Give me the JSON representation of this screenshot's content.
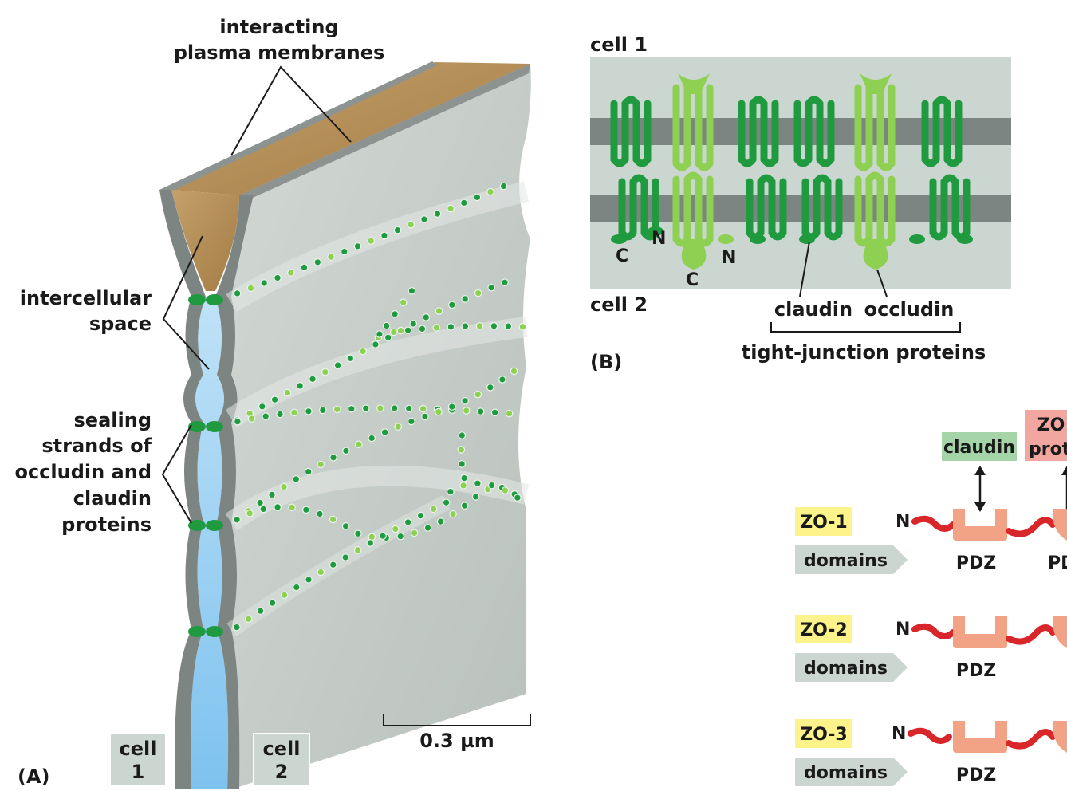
{
  "panel_a": {
    "top_label": {
      "line1": "interacting",
      "line2": "plasma membranes"
    },
    "intercellular": {
      "line1": "intercellular",
      "line2": "space"
    },
    "sealing": {
      "line1": "sealing",
      "line2": "strands of",
      "line3": "occludin and",
      "line4": "claudin",
      "line5": "proteins"
    },
    "cell1": {
      "line1": "cell",
      "line2": "1"
    },
    "cell2": {
      "line1": "cell",
      "line2": "2"
    },
    "scale": "0.3 µm",
    "panel_letter": "(A)"
  },
  "panel_b": {
    "cell1": "cell 1",
    "cell2": "cell 2",
    "terminal_c": "C",
    "terminal_n": "N",
    "claudin": "claudin",
    "occludin": "occludin",
    "group_label": "tight-junction proteins",
    "panel_letter": "(B)"
  },
  "panel_c": {
    "binding_claudin": "claudin",
    "binding_zo": "ZO",
    "binding_zo_2": "prot",
    "rows": [
      {
        "name": "ZO-1",
        "n": "N",
        "domains": "domains",
        "pdz1": "PDZ",
        "pdz2": "PD"
      },
      {
        "name": "ZO-2",
        "n": "N",
        "domains": "domains",
        "pdz1": "PDZ"
      },
      {
        "name": "ZO-3",
        "n": "N",
        "domains": "domains",
        "pdz1": "PDZ"
      }
    ]
  },
  "colors": {
    "claudin_dark": "#1f9a3f",
    "occludin_light": "#8dd052",
    "membrane": "#7d8582",
    "cell_bg": "#ccd6d0",
    "fluid": "#a9d6f5",
    "tan": "#b28c55",
    "pdz": "#f2a285",
    "linker": "#d8262a",
    "zo_label": "#fdf38b",
    "claudin_label": "#a6d4a9",
    "zo_protein_label": "#f2a6a0"
  }
}
